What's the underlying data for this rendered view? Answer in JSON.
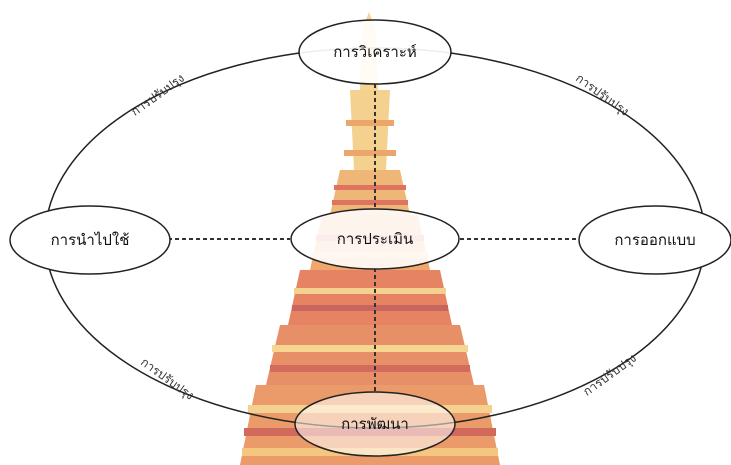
{
  "nodes": {
    "top": "การวิเคราะห์",
    "left": "การนำไปใช้",
    "center": "การประเมิน",
    "right": "การออกแบบ",
    "bottom": "การพัฒนา"
  },
  "curve_labels": {
    "top_left": "การปรับปรุง",
    "top_right": "การปรับปรุง",
    "bottom_left": "การปรับปรุง",
    "bottom_right": "การปรับปรุง"
  },
  "colors": {
    "stroke": "#222222",
    "watermark_gold": "#f2c26a",
    "watermark_red": "#d2452c",
    "watermark_orange": "#e9803a"
  }
}
